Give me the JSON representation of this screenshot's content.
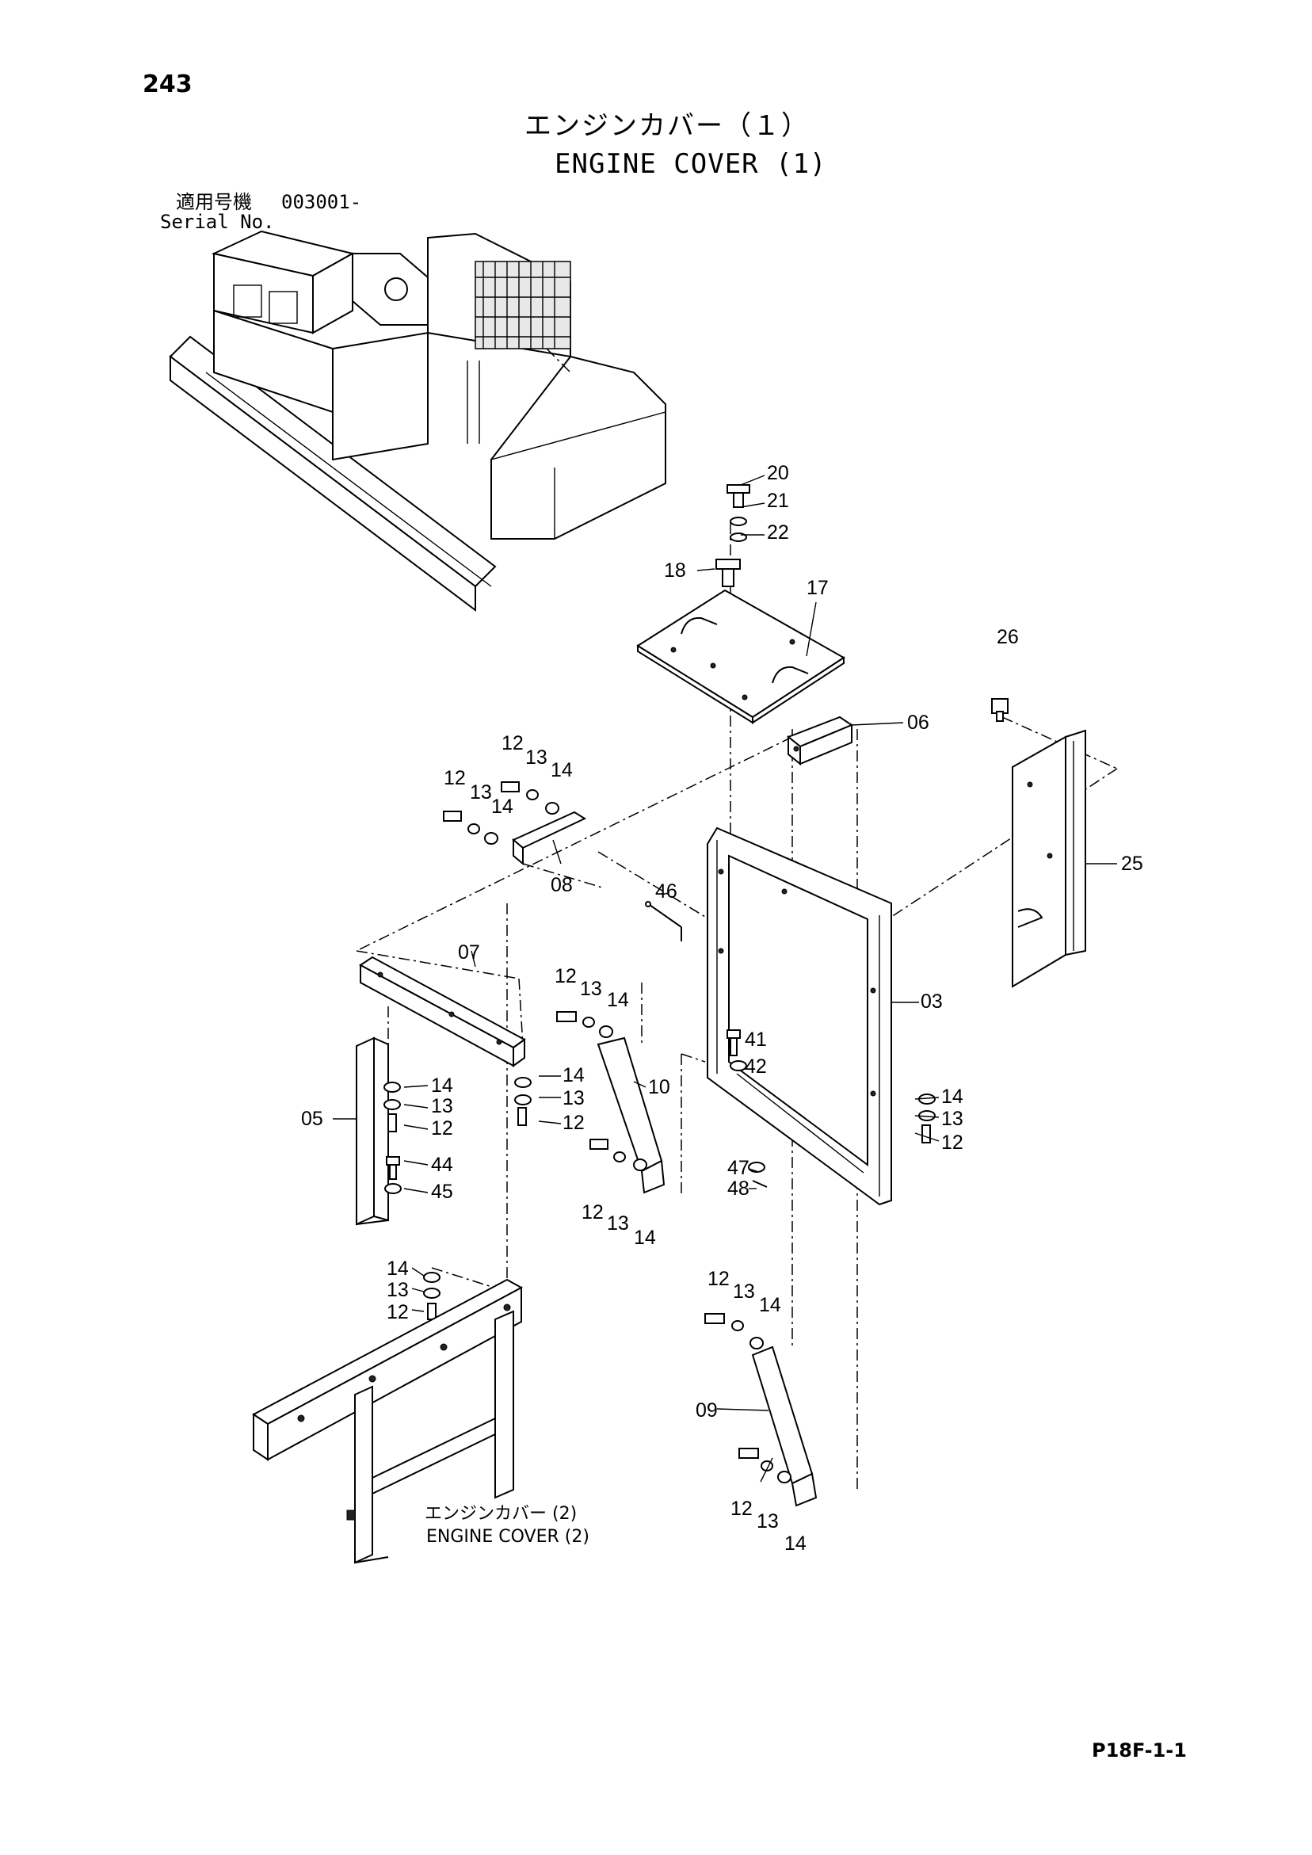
{
  "page_number": "243",
  "title_jp": "エンジンカバー（１）",
  "title_en": "ENGINE COVER (1)",
  "serial": {
    "label_jp": "適用号機",
    "value": "003001-",
    "label_en": "Serial No."
  },
  "reference": {
    "label_jp": "エンジンカバー (2)",
    "label_en": "ENGINE COVER (2)"
  },
  "footer_code": "P18F-1-1",
  "callouts": [
    "20",
    "21",
    "22",
    "18",
    "17",
    "26",
    "06",
    "25",
    "12",
    "13",
    "14",
    "12",
    "13",
    "14",
    "08",
    "46",
    "07",
    "03",
    "12",
    "13",
    "14",
    "41",
    "42",
    "14",
    "13",
    "12",
    "14",
    "13",
    "12",
    "10",
    "05",
    "14",
    "13",
    "12",
    "44",
    "45",
    "12",
    "13",
    "14",
    "47",
    "48",
    "14",
    "13",
    "12",
    "12",
    "13",
    "14",
    "09",
    "12",
    "13",
    "14"
  ]
}
